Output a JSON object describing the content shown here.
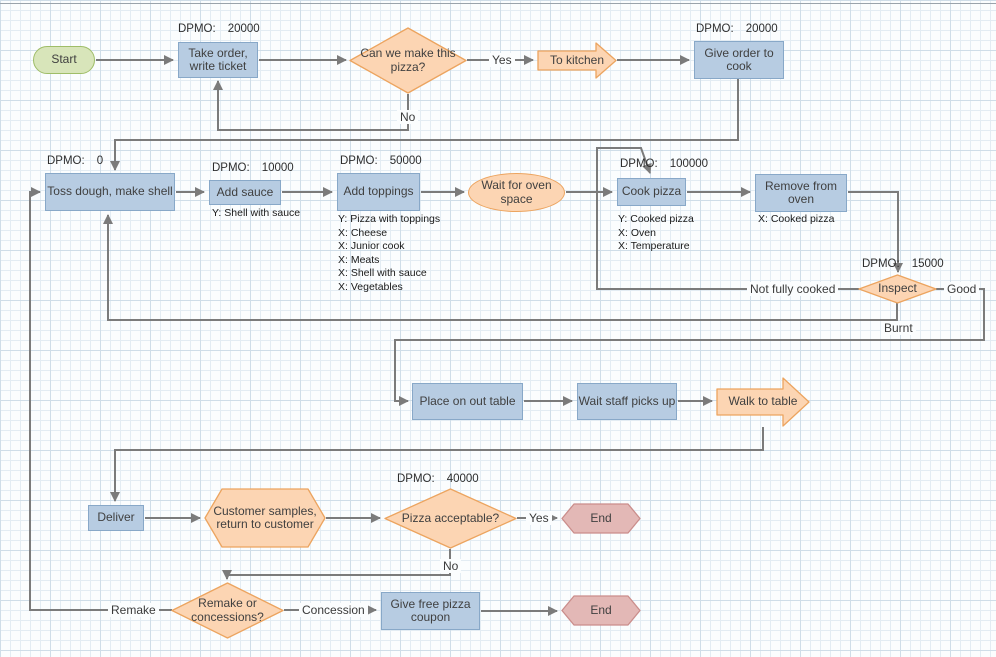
{
  "labels": {
    "dpmo_prefix": "DPMO:"
  },
  "nodes": {
    "start": {
      "label": "Start"
    },
    "take_order": {
      "label": "Take order, write ticket",
      "dpmo": "20000"
    },
    "can_make": {
      "label": "Can we make this pizza?"
    },
    "to_kitchen": {
      "label": "To kitchen"
    },
    "give_order": {
      "label": "Give order to cook",
      "dpmo": "20000"
    },
    "toss_dough": {
      "label": "Toss dough, make shell",
      "dpmo": "0"
    },
    "add_sauce": {
      "label": "Add sauce",
      "dpmo": "10000",
      "notes": [
        "Y: Shell with sauce"
      ]
    },
    "add_toppings": {
      "label": "Add toppings",
      "dpmo": "50000",
      "notes": [
        "Y: Pizza with toppings",
        "X: Cheese",
        "X: Junior cook",
        "X: Meats",
        "X: Shell with sauce",
        "X: Vegetables"
      ]
    },
    "wait_oven": {
      "label": "Wait for oven space"
    },
    "cook_pizza": {
      "label": "Cook pizza",
      "dpmo": "100000",
      "notes": [
        "Y: Cooked pizza",
        "X: Oven",
        "X: Temperature"
      ]
    },
    "remove_oven": {
      "label": "Remove from oven",
      "notes": [
        "X: Cooked pizza"
      ]
    },
    "inspect": {
      "label": "Inspect",
      "dpmo": "15000"
    },
    "place_table": {
      "label": "Place on out table"
    },
    "wait_staff": {
      "label": "Wait staff picks up"
    },
    "walk_table": {
      "label": "Walk to table"
    },
    "deliver": {
      "label": "Deliver"
    },
    "customer_samples": {
      "label": "Customer samples, return to customer"
    },
    "pizza_acceptable": {
      "label": "Pizza acceptable?",
      "dpmo": "40000"
    },
    "end_top": {
      "label": "End"
    },
    "remake_conc": {
      "label": "Remake or concessions?"
    },
    "free_coupon": {
      "label": "Give free pizza coupon"
    },
    "end_bottom": {
      "label": "End"
    }
  },
  "edge_labels": {
    "yes_kitchen": "Yes",
    "no_remake_ticket": "No",
    "not_fully_cooked": "Not fully cooked",
    "good": "Good",
    "burnt": "Burnt",
    "yes_end": "Yes",
    "no_acceptable": "No",
    "remake": "Remake",
    "concession": "Concession"
  },
  "colors": {
    "canvas": "#fbfdfe",
    "grid_minor": "#e3ecf3",
    "grid_major": "#cfdde8",
    "line": "#7b7b7b",
    "text": "#404040",
    "note_text": "#1a1a1a",
    "process_fill": "#b7cce2",
    "process_stroke": "#88a8c8",
    "decision_fill": "#fcd5b3",
    "decision_stroke": "#eca45f",
    "start_fill": "#d8e5ba",
    "start_stroke": "#9fbd68",
    "end_fill": "#e3b8b6",
    "end_stroke": "#ca8d8b"
  }
}
